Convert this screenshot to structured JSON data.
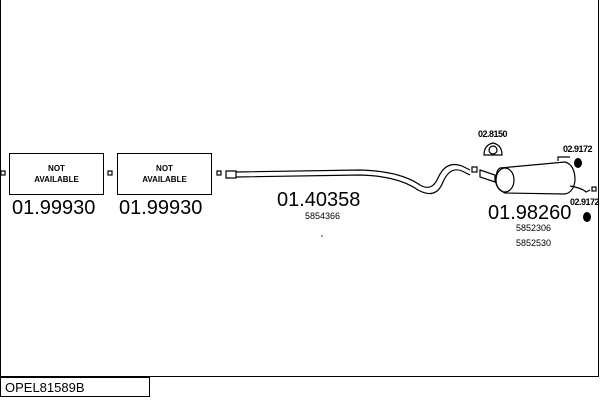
{
  "diagram_code": "OPEL81589B",
  "parts": [
    {
      "label": "NOT AVAILABLE",
      "label_line1": "NOT",
      "label_line2": "AVAILABLE",
      "part_number": "01.99930"
    },
    {
      "label": "NOT AVAILABLE",
      "label_line1": "NOT",
      "label_line2": "AVAILABLE",
      "part_number": "01.99930"
    },
    {
      "part_number": "01.40358",
      "oem_refs": [
        "5854366"
      ]
    },
    {
      "part_number": "01.98260",
      "oem_refs": [
        "5852306",
        "5852530"
      ]
    }
  ],
  "accessories": [
    {
      "part_number": "02.8150"
    },
    {
      "part_number": "02.9172"
    },
    {
      "part_number": "02.9172"
    }
  ]
}
